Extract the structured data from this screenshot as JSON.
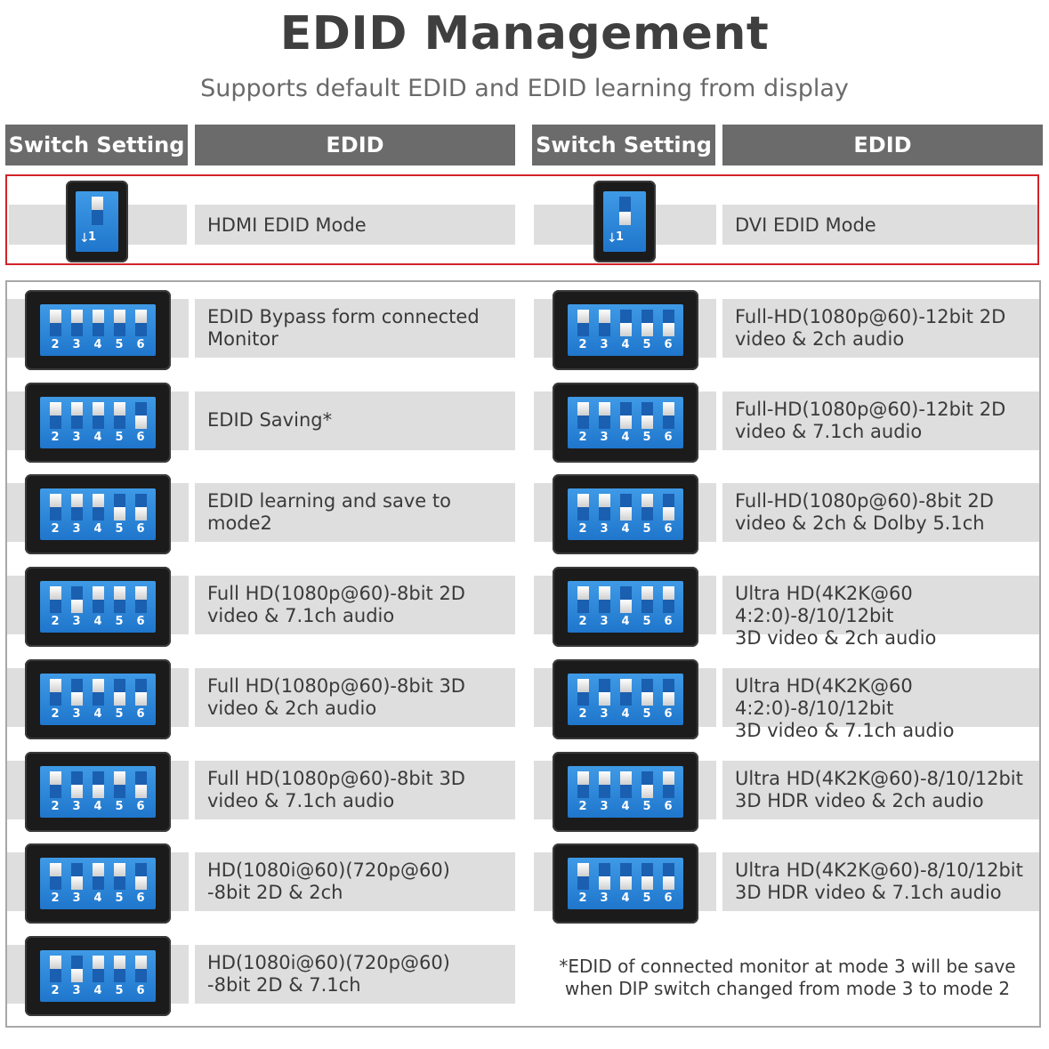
{
  "title": "EDID Management",
  "subtitle": "Supports default EDID and EDID learning from display",
  "headers": {
    "switch_left": "Switch Setting",
    "edid_left": "EDID",
    "switch_right": "Switch Setting",
    "edid_right": "EDID"
  },
  "modes": [
    {
      "label": "HDMI EDID Mode",
      "switch1": "up",
      "switch_label": "1"
    },
    {
      "label": "DVI EDID Mode",
      "switch1": "down",
      "switch_label": "1"
    }
  ],
  "switch_numbers": [
    "2",
    "3",
    "4",
    "5",
    "6"
  ],
  "left_rows": [
    {
      "lines": [
        "EDID Bypass form connected",
        "Monitor"
      ],
      "switches": [
        "up",
        "up",
        "up",
        "up",
        "up"
      ]
    },
    {
      "lines": [
        "EDID Saving*"
      ],
      "switches": [
        "up",
        "up",
        "up",
        "up",
        "down"
      ]
    },
    {
      "lines": [
        "EDID learning and save to",
        "mode2"
      ],
      "switches": [
        "up",
        "up",
        "up",
        "down",
        "down"
      ]
    },
    {
      "lines": [
        "Full HD(1080p@60)-8bit 2D",
        "video & 7.1ch audio"
      ],
      "switches": [
        "up",
        "down",
        "up",
        "up",
        "up"
      ]
    },
    {
      "lines": [
        "Full HD(1080p@60)-8bit 3D",
        "video & 2ch audio"
      ],
      "switches": [
        "up",
        "down",
        "up",
        "down",
        "down"
      ]
    },
    {
      "lines": [
        "Full HD(1080p@60)-8bit 3D",
        "video & 7.1ch audio"
      ],
      "switches": [
        "up",
        "down",
        "down",
        "up",
        "down"
      ]
    },
    {
      "lines": [
        "HD(1080i@60)(720p@60)",
        "-8bit 2D & 2ch"
      ],
      "switches": [
        "up",
        "down",
        "up",
        "up",
        "down"
      ]
    },
    {
      "lines": [
        "HD(1080i@60)(720p@60)",
        "-8bit 2D & 7.1ch"
      ],
      "switches": [
        "up",
        "down",
        "up",
        "up",
        "up"
      ]
    }
  ],
  "right_rows": [
    {
      "lines": [
        "Full-HD(1080p@60)-12bit 2D",
        "video & 2ch audio"
      ],
      "switches": [
        "up",
        "up",
        "down",
        "down",
        "down"
      ]
    },
    {
      "lines": [
        "Full-HD(1080p@60)-12bit 2D",
        "video & 7.1ch audio"
      ],
      "switches": [
        "up",
        "up",
        "down",
        "down",
        "up"
      ]
    },
    {
      "lines": [
        "Full-HD(1080p@60)-8bit 2D",
        "video & 2ch & Dolby 5.1ch"
      ],
      "switches": [
        "up",
        "up",
        "down",
        "up",
        "down"
      ]
    },
    {
      "lines": [
        "Ultra HD(4K2K@60 4:2:0)-8/10/12bit",
        "3D video & 2ch audio"
      ],
      "switches": [
        "up",
        "up",
        "down",
        "up",
        "up"
      ]
    },
    {
      "lines": [
        "Ultra HD(4K2K@60 4:2:0)-8/10/12bit",
        "3D video & 7.1ch audio"
      ],
      "switches": [
        "up",
        "down",
        "up",
        "down",
        "down"
      ]
    },
    {
      "lines": [
        "Ultra HD(4K2K@60)-8/10/12bit",
        "3D HDR video & 2ch audio"
      ],
      "switches": [
        "up",
        "up",
        "up",
        "down",
        "up"
      ]
    },
    {
      "lines": [
        "Ultra HD(4K2K@60)-8/10/12bit",
        "3D HDR video & 7.1ch audio"
      ],
      "switches": [
        "up",
        "down",
        "down",
        "down",
        "down"
      ]
    }
  ],
  "note": [
    "*EDID of connected monitor at mode 3 will be save",
    "when DIP switch changed from mode 3 to mode 2"
  ]
}
